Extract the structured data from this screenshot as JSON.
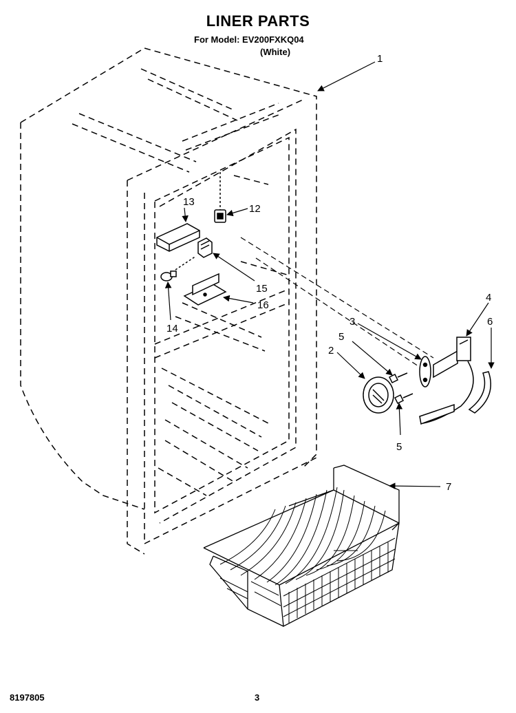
{
  "header": {
    "title": "LINER PARTS",
    "model": "For Model: EV200FXKQ04",
    "color": "(White)"
  },
  "footer": {
    "doc_number": "8197805",
    "page": "3"
  },
  "callouts": [
    {
      "label": "1",
      "part": "liner"
    },
    {
      "label": "2",
      "part": "control-knob"
    },
    {
      "label": "3",
      "part": "thermostat-bracket"
    },
    {
      "label": "4",
      "part": "thermostat"
    },
    {
      "label": "5",
      "part": "screw-upper"
    },
    {
      "label": "5",
      "part": "screw-lower"
    },
    {
      "label": "6",
      "part": "capillary-tube"
    },
    {
      "label": "7",
      "part": "basket"
    },
    {
      "label": "12",
      "part": "light-switch"
    },
    {
      "label": "13",
      "part": "light-shield"
    },
    {
      "label": "14",
      "part": "light-bulb"
    },
    {
      "label": "15",
      "part": "light-socket"
    },
    {
      "label": "16",
      "part": "socket-bracket"
    }
  ]
}
